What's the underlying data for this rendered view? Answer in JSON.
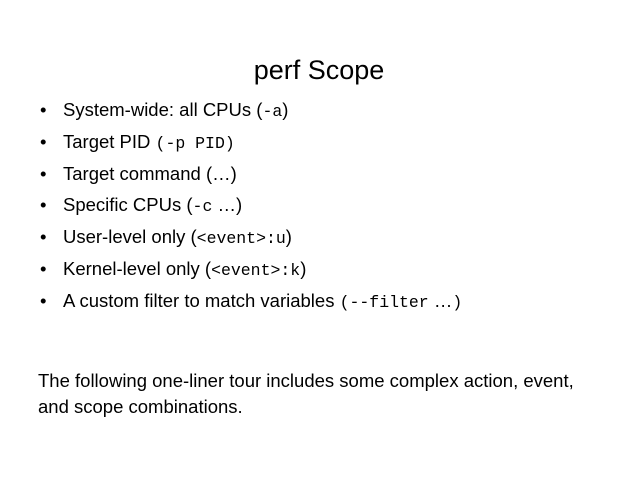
{
  "slide": {
    "title": "perf Scope",
    "bullet_marker": "•",
    "bullets": [
      {
        "prose_before": "System-wide: all CPUs ",
        "open_paren": "(",
        "code": "-a",
        "close_paren": ")",
        "trailing": "",
        "paren_style": "sans"
      },
      {
        "prose_before": "Target PID ",
        "open_paren": "(",
        "code": "-p  PID",
        "close_paren": ")",
        "trailing": "",
        "paren_style": "mono"
      },
      {
        "prose_before": "Target command ",
        "open_paren": "(",
        "code": "",
        "close_paren": ")",
        "trailing": "…",
        "paren_style": "sans"
      },
      {
        "prose_before": "Specific CPUs ",
        "open_paren": "(",
        "code": "-c",
        "close_paren": ")",
        "trailing": " …",
        "paren_style": "sans"
      },
      {
        "prose_before": "User-level only ",
        "open_paren": "(",
        "code": "<event>:u",
        "close_paren": ")",
        "trailing": "",
        "paren_style": "sans"
      },
      {
        "prose_before": "Kernel-level only ",
        "open_paren": "(",
        "code": "<event>:k",
        "close_paren": ")",
        "trailing": "",
        "paren_style": "sans"
      },
      {
        "prose_before": "A custom filter to match variables ",
        "open_paren": "(",
        "code": "--filter",
        "close_paren": ")",
        "trailing": " …",
        "paren_style": "mono"
      }
    ],
    "closing_paragraph": "The following one-liner tour includes some complex action, event, and scope combinations."
  }
}
